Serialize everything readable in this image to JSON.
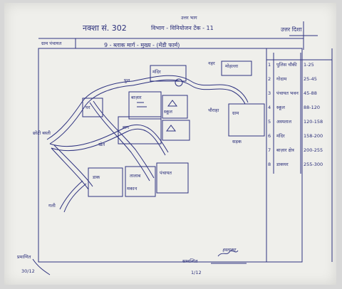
{
  "header": {
    "sheet_no_label": "नक्शा सं. 302",
    "top_small": "उत्तर भाग",
    "left_mid": "विभाग - विनियोजन टेंक - 11",
    "right_title": "उत्तर दिशा",
    "left_tag": "ग्राम पंचायत",
    "route_title": "9 - ब्लाक मार्ग - मुख्य - (मेंडी फार्म)"
  },
  "map_labels": {
    "l1": "छोटी बस्ती",
    "l2": "घर",
    "l3": "बाज़ार",
    "l4": "स्कूल",
    "l5": "मंदिर",
    "l6": "पुल",
    "l7": "बाग",
    "l8": "खेत",
    "l9": "नहर",
    "l10": "मोहल्ला",
    "l11": "ग्राम",
    "l12": "चौराहा",
    "l13": "सड़क",
    "l14": "डाक",
    "l15": "तालाब",
    "l16": "पंचायत",
    "l17": "गली",
    "l18": "मकान"
  },
  "legend": [
    {
      "idx": "1",
      "name": "पुलिस चौकी",
      "code": "1-25"
    },
    {
      "idx": "2",
      "name": "गोदाम",
      "code": "25-45"
    },
    {
      "idx": "3",
      "name": "पंचायत भवन",
      "code": "45-88"
    },
    {
      "idx": "4",
      "name": "स्कूल",
      "code": "88-120"
    },
    {
      "idx": "5",
      "name": "अस्पताल",
      "code": "120-158"
    },
    {
      "idx": "6",
      "name": "मंदिर",
      "code": "158-200"
    },
    {
      "idx": "7",
      "name": "बाज़ार क्षेत्र",
      "code": "200-255"
    },
    {
      "idx": "8",
      "name": "डाकघर",
      "code": "255-300"
    }
  ],
  "footer": {
    "left_stamp": "प्रमाणित",
    "left_date": "30/12",
    "center_name": "सम्बन्धित",
    "center_date": "1/12",
    "signature": "हस्ताक्षर"
  }
}
